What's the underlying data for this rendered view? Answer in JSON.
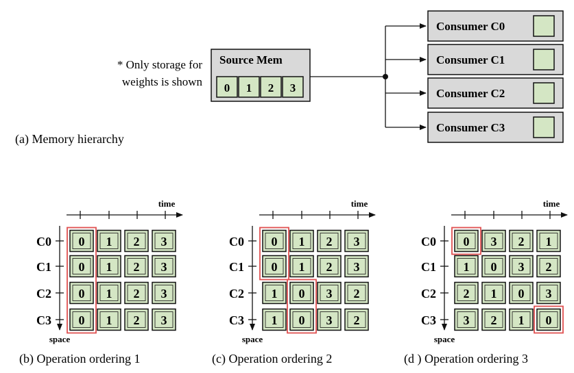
{
  "note": {
    "line1": "* Only storage for",
    "line2": "weights is shown"
  },
  "source_mem": {
    "label": "Source Mem",
    "cells": [
      "0",
      "1",
      "2",
      "3"
    ]
  },
  "consumers": [
    "Consumer C0",
    "Consumer C1",
    "Consumer C2",
    "Consumer C3"
  ],
  "caption_a": "(a) Memory hierarchy",
  "axis": {
    "time": "time",
    "space": "space"
  },
  "row_labels": [
    "C0",
    "C1",
    "C2",
    "C3"
  ],
  "orderings": [
    {
      "caption": "(b) Operation ordering 1",
      "grid": [
        [
          "0",
          "1",
          "2",
          "3"
        ],
        [
          "0",
          "1",
          "2",
          "3"
        ],
        [
          "0",
          "1",
          "2",
          "3"
        ],
        [
          "0",
          "1",
          "2",
          "3"
        ]
      ],
      "highlights": [
        {
          "row_start": 0,
          "row_end": 3,
          "col": 0
        }
      ]
    },
    {
      "caption": "(c) Operation ordering 2",
      "grid": [
        [
          "0",
          "1",
          "2",
          "3"
        ],
        [
          "0",
          "1",
          "2",
          "3"
        ],
        [
          "1",
          "0",
          "3",
          "2"
        ],
        [
          "1",
          "0",
          "3",
          "2"
        ]
      ],
      "highlights": [
        {
          "row_start": 0,
          "row_end": 1,
          "col": 0
        },
        {
          "row_start": 2,
          "row_end": 3,
          "col": 1
        }
      ]
    },
    {
      "caption": "(d ) Operation ordering 3",
      "grid": [
        [
          "0",
          "3",
          "2",
          "1"
        ],
        [
          "1",
          "0",
          "3",
          "2"
        ],
        [
          "2",
          "1",
          "0",
          "3"
        ],
        [
          "3",
          "2",
          "1",
          "0"
        ]
      ],
      "highlights": [
        {
          "row_start": 0,
          "row_end": 0,
          "col": 0
        },
        {
          "row_start": 3,
          "row_end": 3,
          "col": 3
        }
      ]
    }
  ],
  "colors": {
    "cell_fill": "#d4e6c4",
    "box_fill": "#d9d9d9",
    "highlight": "#e05050",
    "line": "#111111"
  }
}
